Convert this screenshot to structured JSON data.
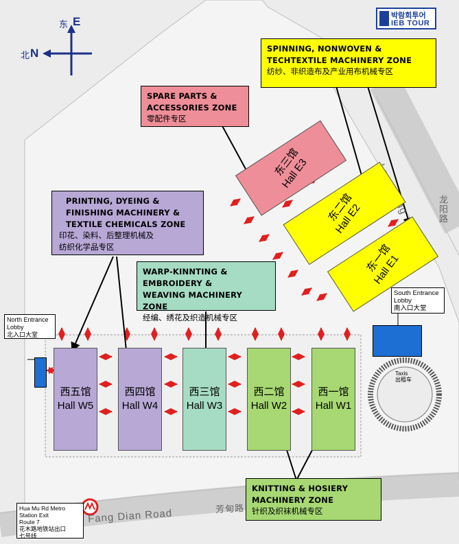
{
  "logo": {
    "korean": "박람회투어",
    "english": "IEB TOUR"
  },
  "compass": {
    "east_label": "E",
    "east_cn": "东",
    "north_label": "N",
    "north_cn": "北"
  },
  "roads": {
    "long_yang_en": "Long Yang Road",
    "long_yang_cn": "龙阳路",
    "fang_dian_en": "Fang Dian Road",
    "fang_dian_cn": "芳甸路"
  },
  "halls": {
    "e1": {
      "cn": "东一馆",
      "en": "Hall E1",
      "color": "#ffff00"
    },
    "e2": {
      "cn": "东二馆",
      "en": "Hall E2",
      "color": "#ffff00"
    },
    "e3": {
      "cn": "东三馆",
      "en": "Hall E3",
      "color": "#ee8e99"
    },
    "w1": {
      "cn": "西一馆",
      "en": "Hall W1",
      "color": "#a7d873"
    },
    "w2": {
      "cn": "西二馆",
      "en": "Hall W2",
      "color": "#a7d873"
    },
    "w3": {
      "cn": "西三馆",
      "en": "Hall W3",
      "color": "#a6dcc4"
    },
    "w4": {
      "cn": "西四馆",
      "en": "Hall W4",
      "color": "#b7a8d6"
    },
    "w5": {
      "cn": "西五馆",
      "en": "Hall W5",
      "color": "#b7a8d6"
    }
  },
  "zones": {
    "spinning": {
      "en": "SPINNING, NONWOVEN &\nTECHTEXTILE MACHINERY ZONE",
      "cn": "纺纱、非织造布及产业用布机械专区",
      "color": "#ffff00"
    },
    "spare": {
      "en": "SPARE PARTS &\nACCESSORIES ZONE",
      "cn": "零配件专区",
      "color": "#ee8e99"
    },
    "printing": {
      "en": "PRINTING, DYEING &\nFINISHING MACHINERY &\nTEXTILE CHEMICALS ZONE",
      "cn": "印花、染料、后整理机械及\n纺织化学品专区",
      "color": "#b7a8d6"
    },
    "warp": {
      "en": "WARP-KINNTING &\nEMBROIDERY &\nWEAVING MACHINERY ZONE",
      "cn": "经编、绣花及织造机械专区",
      "color": "#a6dcc4"
    },
    "knitting": {
      "en": "KNITTING & HOSIERY\nMACHINERY ZONE",
      "cn": "针织及织袜机械专区",
      "color": "#a7d873"
    }
  },
  "lobbies": {
    "north": {
      "line1": "North Entrance",
      "line2": "Lobby",
      "cn": "北入口大堂"
    },
    "south": {
      "line1": "South Entrance",
      "line2": "Lobby",
      "cn": "南入口大堂"
    }
  },
  "taxi": {
    "en": "Taxis",
    "cn": "出租车"
  },
  "metro": {
    "line1": "Hua Mu Rd Metro",
    "line2": "Station Exit",
    "line3": "Route 7",
    "cn1": "花木路地铁站出口",
    "cn2": "七号线"
  }
}
